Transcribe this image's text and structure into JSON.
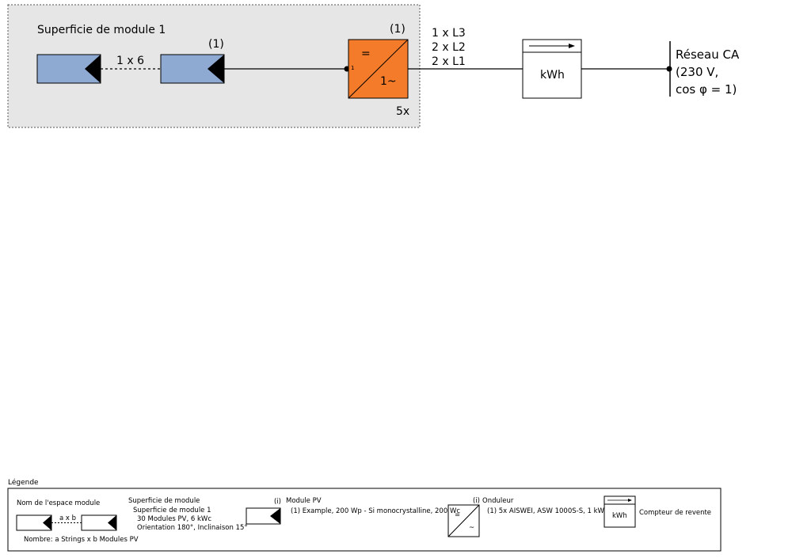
{
  "diagram": {
    "area_label": "Superficie de module 1",
    "string_count_label": "1 x 6",
    "module_ref": "(1)",
    "inverter_ref": "(1)",
    "inverter_dc_symbol": "=",
    "inverter_ac_symbol": "1~",
    "inverter_input_index": "1",
    "inverter_count": "5x",
    "phase_lines": [
      "1 x L3",
      "2 x L2",
      "2 x L1"
    ],
    "meter_label": "kWh",
    "grid_lines": [
      "Réseau CA",
      "(230 V,",
      "cos φ = 1)"
    ],
    "colors": {
      "area_fill": "#e6e6e6",
      "module_fill": "#8eaad2",
      "inverter_fill": "#f47b2a"
    }
  },
  "legend": {
    "title": "Légende",
    "area_name_title": "Nom de l'espace module",
    "area_name_string": "a x b",
    "area_name_note": "Nombre: a Strings x b Modules PV",
    "area_title": "Superficie de module",
    "area_lines": [
      "Superficie de module 1",
      "30 Modules PV, 6 kWc",
      "Orientation 180°, Inclinaison 15°"
    ],
    "pv_ref": "(i)",
    "pv_title": "Module PV",
    "pv_desc": "(1) Example, 200 Wp - Si monocrystalline, 200 Wc",
    "inv_ref": "(i)",
    "inv_title": "Onduleur",
    "inv_desc": "(1) 5x AISWEI, ASW 1000S-S, 1 kW",
    "inv_dc_symbol": "=",
    "inv_ac_symbol": "~",
    "meter_symbol_label": "kWh",
    "meter_title": "Compteur de revente"
  }
}
